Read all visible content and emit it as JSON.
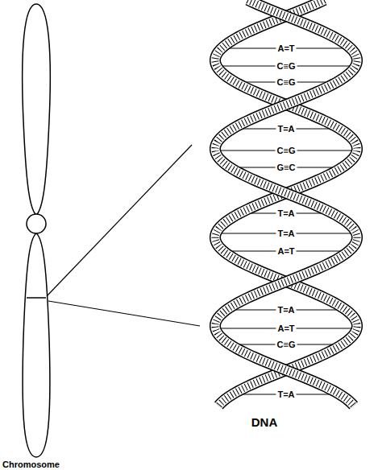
{
  "diagram": {
    "labels": [
      "A=T",
      "C≡G",
      "C≡G",
      "T=A",
      "C≡G",
      "G≡C",
      "T=A",
      "T=A",
      "A=T",
      "T=A",
      "A=T",
      "C≡G",
      "T=A",
      "DNA",
      "Chromosome"
    ]
  }
}
